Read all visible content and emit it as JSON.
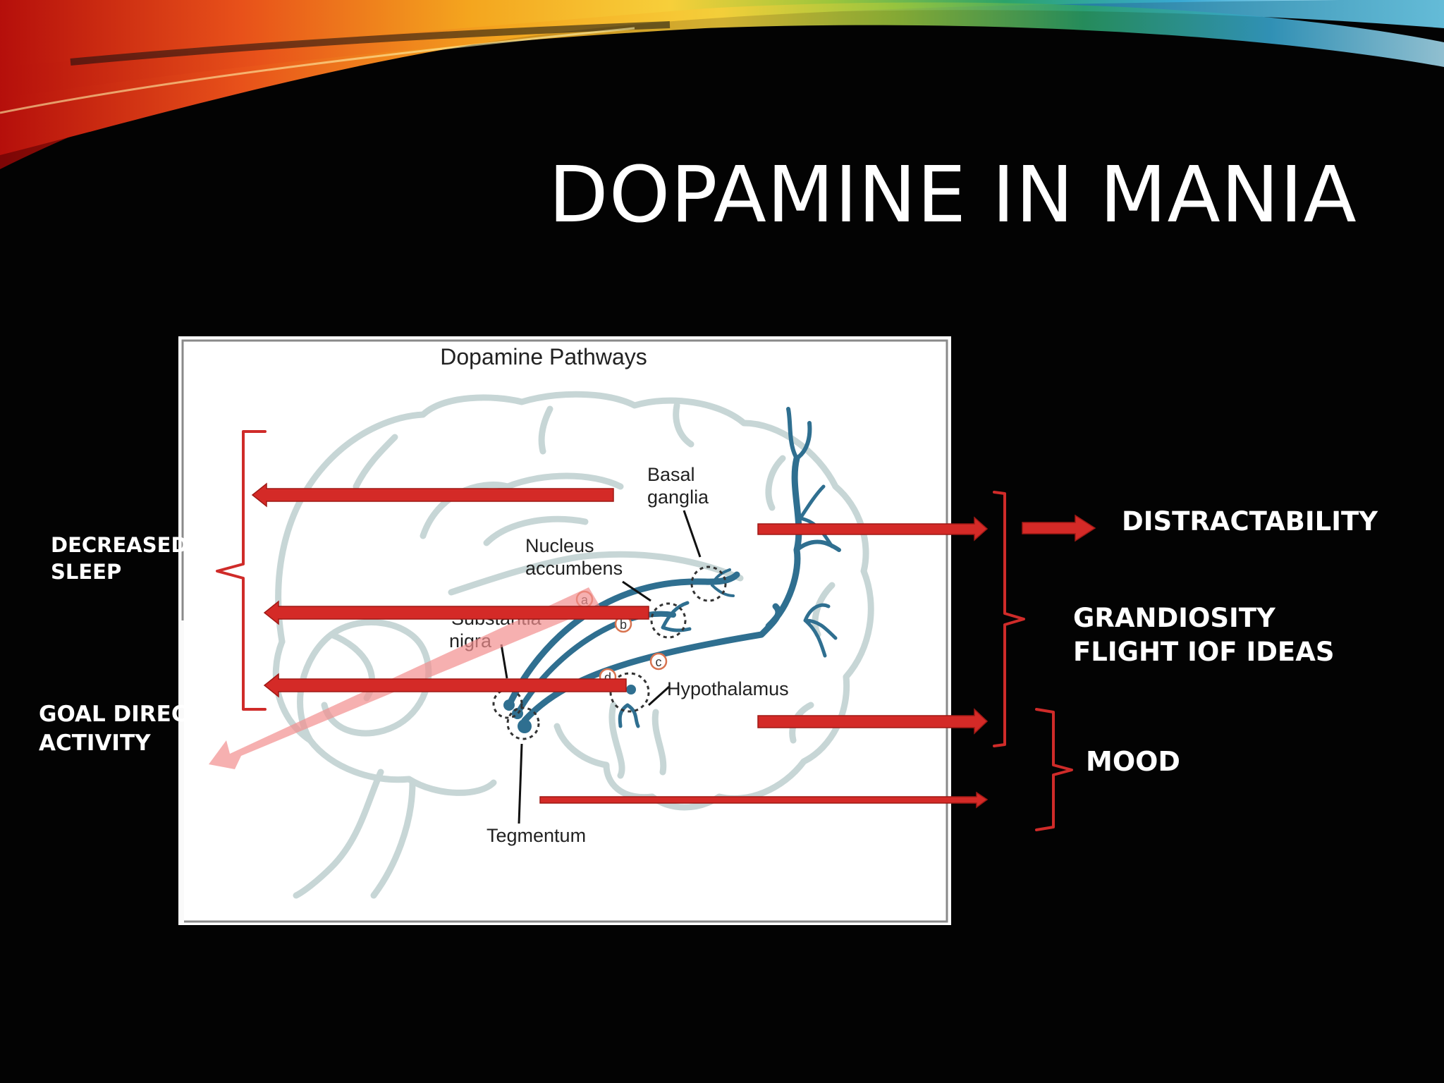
{
  "title": "DOPAMINE IN MANIA",
  "diagram": {
    "heading": "Dopamine Pathways",
    "labels": {
      "basal_ganglia": [
        "Basal",
        "ganglia"
      ],
      "nucleus_accumbens": [
        "Nucleus",
        "accumbens"
      ],
      "substantia_nigra": [
        "Substantia",
        "nigra"
      ],
      "hypothalamus": "Hypothalamus",
      "tegmentum": "Tegmentum"
    },
    "pathway_markers": [
      "a",
      "b",
      "c",
      "d"
    ]
  },
  "annotations": {
    "sleep": [
      "DECREASED",
      "SLEEP"
    ],
    "goal": [
      "GOAL DIREC",
      "ACTIVITY"
    ],
    "distractability": "DISTRACTABILITY",
    "grandiosity": [
      "GRANDIOSITY",
      "FLIGHT IOF IDEAS"
    ],
    "mood": "MOOD"
  },
  "colors": {
    "background": "#030303",
    "text": "#ffffff",
    "arrow": "#d42a27",
    "pathway": "#2f6f90",
    "brain_outline": "#c7d6d6"
  }
}
